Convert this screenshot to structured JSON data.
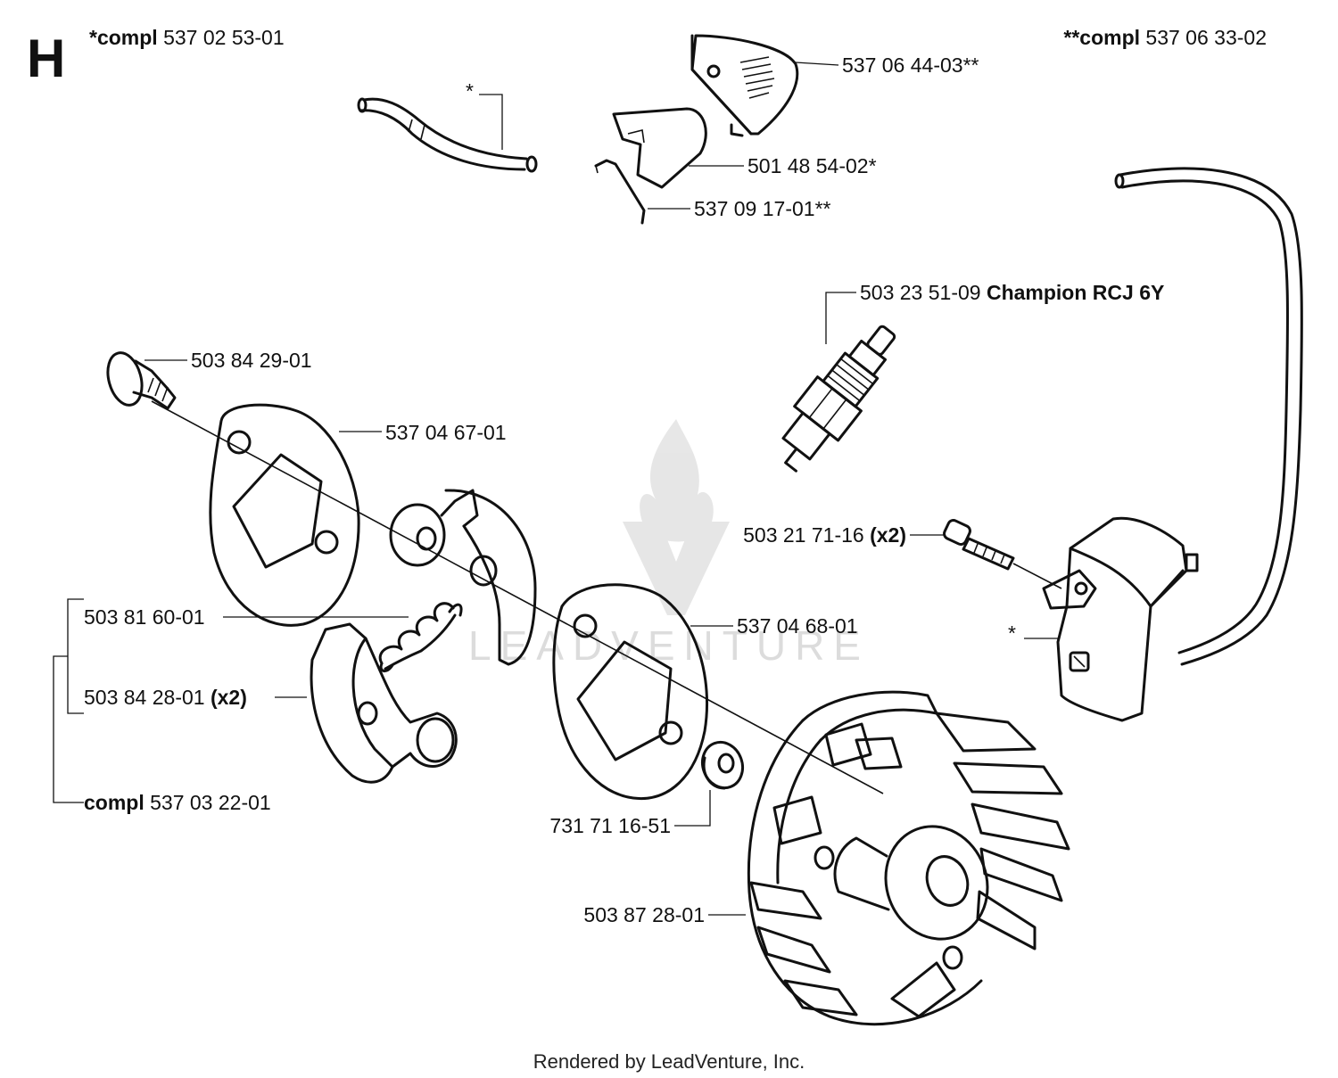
{
  "section_letter": "H",
  "kits": {
    "kit1": {
      "prefix": "*compl",
      "number": "537 02 53-01"
    },
    "kit2": {
      "prefix": "**compl",
      "number": "537 06 33-02"
    }
  },
  "callouts": {
    "c_5370644": "537 06 44-03**",
    "c_5014854": "501 48 54-02*",
    "c_5370917": "537 09 17-01**",
    "c_hose_star": "*",
    "c_spark_num": "503 23 51-09",
    "c_spark_name": "Champion RCJ 6Y",
    "c_5038429": "503 84 29-01",
    "c_5370467": "537 04 67-01",
    "c_5032171_num": "503 21 71-16",
    "c_5032171_qty": "(x2)",
    "c_5038160": "503 81 60-01",
    "c_5370468": "537 04 68-01",
    "c_ignition_star": "*",
    "c_5038428_num": "503 84 28-01",
    "c_5038428_qty": "(x2)",
    "c_compl_prefix": "compl",
    "c_compl_number": "537 03 22-01",
    "c_7317116": "731 71 16-51",
    "c_5038728": "503 87 28-01"
  },
  "watermark": "LEADVENTURE",
  "footer": "Rendered by LeadVenture, Inc."
}
